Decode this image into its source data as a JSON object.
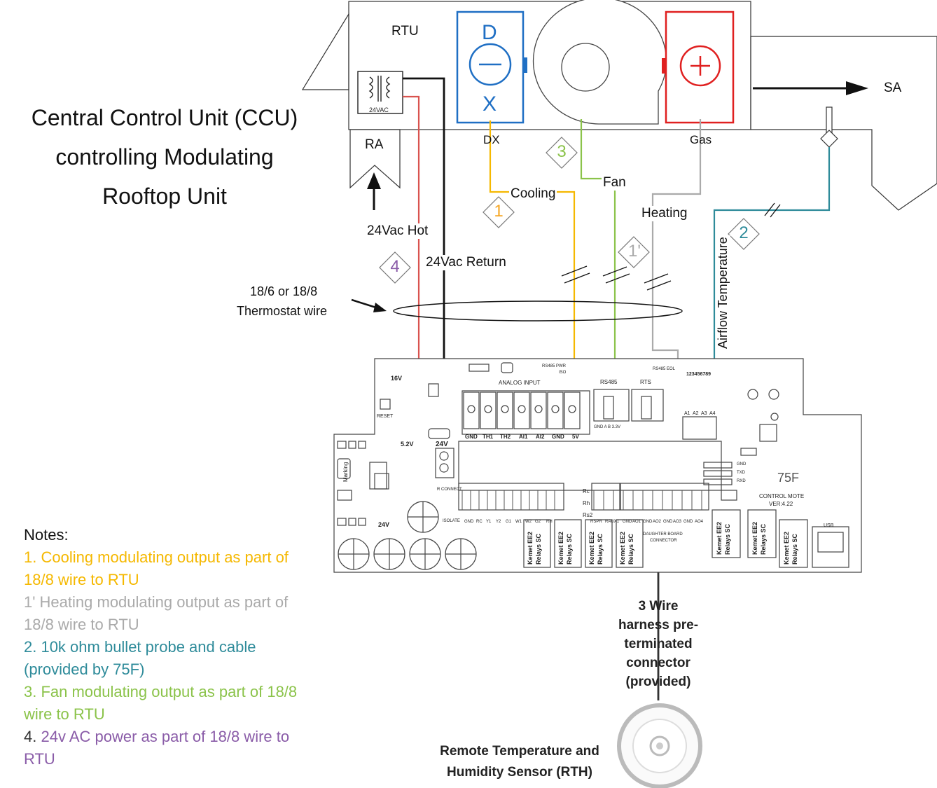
{
  "title": {
    "lines": [
      "Central Control Unit (CCU)",
      "controlling Modulating",
      "Rooftop Unit"
    ]
  },
  "rtu": {
    "label": "RTU",
    "transformer_label": "24VAC",
    "dx_top": "D",
    "dx_bottom": "X",
    "dx_label": "DX",
    "gas_label": "Gas",
    "ra_label": "RA",
    "sa_label": "SA"
  },
  "wires": {
    "cooling": "Cooling",
    "fan": "Fan",
    "heating": "Heating",
    "airflow": "Airflow Temperature",
    "hot": "24Vac Hot",
    "return": "24Vac Return",
    "thermostat_line1": "18/6 or 18/8",
    "thermostat_line2": "Thermostat wire"
  },
  "markers": {
    "m1": "1",
    "m1p": "1'",
    "m2": "2",
    "m3": "3",
    "m4": "4"
  },
  "board": {
    "v16": "16V",
    "reset": "RESET",
    "v52": "5.2V",
    "v24": "24V",
    "v24b": "24V",
    "r_connect": "R CONNECT",
    "isolate": "ISOLATE",
    "analog_input": "ANALOG INPUT",
    "rs485_pwr": "RS485 PWR",
    "iso": "ISO",
    "rs485_eol": "RS485 EOL",
    "serial": "123456789",
    "rs485": "RS485",
    "rts": "RTS",
    "ai_labels": [
      "GND",
      "TH1",
      "TH2",
      "AI1",
      "AI2",
      "GND",
      "5V"
    ],
    "rs485_pins": "GND A B 3.3V",
    "a_labels": [
      "A1",
      "A2",
      "A3",
      "A4"
    ],
    "relay_labels": [
      "GND",
      "RC",
      "Y1",
      "Y2",
      "G1",
      "W1",
      "W2",
      "G2",
      "RH"
    ],
    "rspr": "RSPR",
    "raux1": "RAUX1",
    "ao_labels": [
      "GND",
      "AO1",
      "GND",
      "AO2",
      "GND",
      "AO3",
      "GND",
      "AO4"
    ],
    "daughter": "DAUGHTER BOARD",
    "connector": "CONNECTOR",
    "gnd": "GND",
    "txd": "TXD",
    "rxd": "RXD",
    "brand": "75F",
    "control_mote": "CONTROL MOTE",
    "version": "VER:4.22",
    "usb": "USB",
    "marking": "Marking",
    "relay_line1": "Kemet EE2",
    "relay_line2": "Relays SC",
    "rc": "Rc",
    "rh": "Rh",
    "rs2": "Rs2"
  },
  "harness": {
    "lines": [
      "3 Wire",
      "harness pre-",
      "terminated",
      "connector",
      "(provided)"
    ]
  },
  "rth": {
    "lines": [
      "Remote Temperature and",
      "Humidity Sensor (RTH)"
    ]
  },
  "notes": {
    "heading": "Notes:",
    "n1": "1. Cooling modulating output as part of 18/8 wire to RTU",
    "n1p": "1' Heating modulating output as part of 18/8 wire to RTU",
    "n2": "2. 10k ohm bullet probe and cable (provided by 75F)",
    "n3": "3. Fan modulating output as part of 18/8 wire to RTU",
    "n4_num": "4. ",
    "n4_text": "24v AC power as part of 18/8 wire to RTU"
  },
  "colors": {
    "cooling": "#f5b800",
    "heating": "#aaaaaa",
    "probe": "#2e8b9a",
    "fan": "#8bc34a",
    "power_note": "#8a5ca8",
    "hot": "#d9534f",
    "return": "#111111",
    "dx_box": "#1f6fc4",
    "gas_box": "#e02020"
  }
}
